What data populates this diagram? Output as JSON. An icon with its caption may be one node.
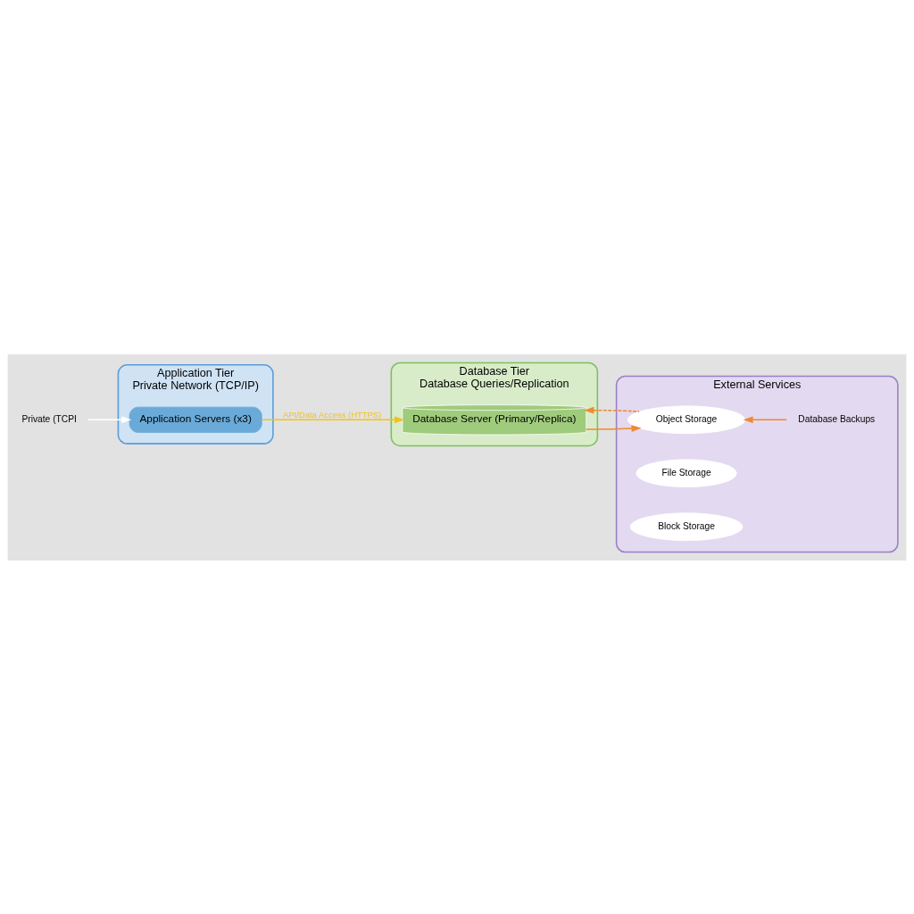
{
  "diagram": {
    "nodes": [
      {
        "text": [
          "Application Tier",
          "Private Network (TCP/IP)"
        ]
      },
      {
        "text": [
          "Application Servers (x3)"
        ],
        "in": 0
      },
      {
        "text": [
          "Database Tier",
          "Database Queries/Replication"
        ]
      },
      {
        "text": [
          "Database Server (Primary/Replica)"
        ],
        "in": 2
      },
      {
        "text": [
          "External Services"
        ]
      },
      {
        "text": [
          "Object Storage"
        ],
        "in": 4
      },
      {
        "text": [
          "File Storage"
        ],
        "in": 4
      },
      {
        "text": [
          "Block Storage"
        ],
        "in": 4
      },
      {
        "text": [
          "Database Backups"
        ],
        "in": 4
      },
      {
        "text": [
          "Private (TCPI"
        ]
      }
    ],
    "edges": [
      {
        "from": 9,
        "to": 1,
        "arrow": "to",
        "color": "#ffffff"
      },
      {
        "from": 1,
        "to": 3,
        "arrow": "to",
        "label": "API/Data Access (HTTPS)",
        "color": "#f2c21b"
      },
      {
        "from": 3,
        "to": 5,
        "arrow": "to",
        "color": "#f08a30"
      },
      {
        "from": 5,
        "to": 3,
        "arrow": "to",
        "style": "dashed",
        "color": "#f08a30"
      },
      {
        "from": 8,
        "to": 5,
        "arrow": "to",
        "color": "#f08a30"
      }
    ]
  }
}
